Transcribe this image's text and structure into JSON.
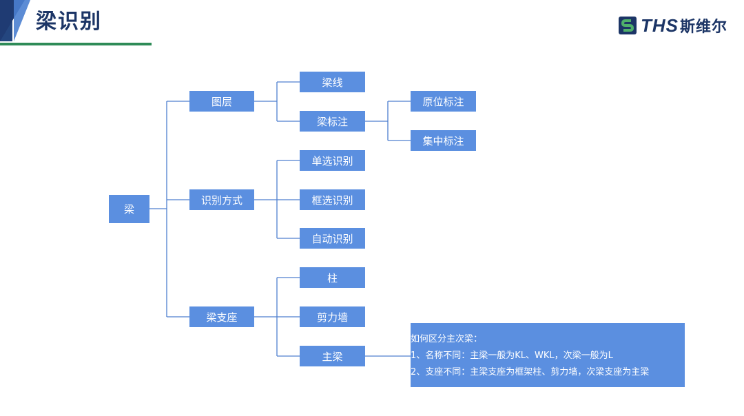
{
  "slide": {
    "title": "梁识别",
    "logo": {
      "brand_text": "THS",
      "brand_cn": "斯维尔"
    }
  },
  "diagram": {
    "root": "梁",
    "groups": [
      {
        "label": "图层",
        "children": [
          "梁线",
          "梁标注"
        ]
      },
      {
        "label": "识别方式",
        "children": [
          "单选识别",
          "框选识别",
          "自动识别"
        ]
      },
      {
        "label": "梁支座",
        "children": [
          "柱",
          "剪力墙",
          "主梁"
        ]
      }
    ],
    "annotation_children": [
      "原位标注",
      "集中标注"
    ],
    "note": {
      "heading": "如何区分主次梁：",
      "lines": [
        "1、名称不同：主梁一般为KL、WKL，次梁一般为L",
        "2、支座不同：主梁支座为框架柱、剪力墙，次梁支座为主梁"
      ]
    }
  },
  "colors": {
    "node": "#5b8fe0",
    "connector": "#4f7fcf",
    "title": "#1c3566",
    "accent_green": "#2e8b57"
  }
}
